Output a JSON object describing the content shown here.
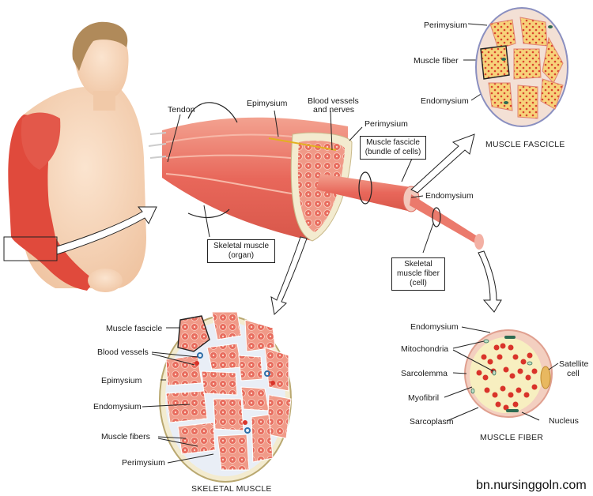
{
  "diagram": {
    "subject": "Structure of skeletal muscle",
    "watermark": "bn.nursinggoln.com",
    "colors": {
      "muscle": "#e8675a",
      "muscle_light": "#f2a08e",
      "skin": "#f6d7bd",
      "fiber_cytoplasm": "#f7e9a8",
      "myofibril": "#d9342a",
      "connective": "#f3ebcf",
      "vessel_blue": "#2f6fa8",
      "nucleus": "#2e6b52"
    },
    "main_view": {
      "labels": {
        "tendon": "Tendon",
        "epimysium": "Epimysium",
        "blood_vessels_nerves_1": "Blood vessels",
        "blood_vessels_nerves_2": "and nerves",
        "perimysium": "Perimysium",
        "endomysium": "Endomysium"
      },
      "boxes": {
        "fascicle_1": "Muscle fascicle",
        "fascicle_2": "(bundle of cells)",
        "organ_1": "Skeletal muscle",
        "organ_2": "(organ)",
        "fiber_1": "Skeletal",
        "fiber_2": "muscle fiber",
        "fiber_3": "(cell)"
      }
    },
    "fascicle_view": {
      "caption": "MUSCLE FASCICLE",
      "labels": {
        "perimysium": "Perimysium",
        "muscle_fiber": "Muscle fiber",
        "endomysium": "Endomysium"
      }
    },
    "skeletal_muscle_view": {
      "caption": "SKELETAL MUSCLE",
      "labels": {
        "muscle_fascicle": "Muscle fascicle",
        "blood_vessels": "Blood vessels",
        "epimysium": "Epimysium",
        "endomysium": "Endomysium",
        "muscle_fibers": "Muscle fibers",
        "perimysium": "Perimysium"
      }
    },
    "muscle_fiber_view": {
      "caption": "MUSCLE FIBER",
      "labels": {
        "endomysium": "Endomysium",
        "mitochondria": "Mitochondria",
        "sarcolemma": "Sarcolemma",
        "myofibril": "Myofibril",
        "sarcoplasm": "Sarcoplasm",
        "satellite_cell_1": "Satellite",
        "satellite_cell_2": "cell",
        "nucleus": "Nucleus"
      }
    }
  }
}
